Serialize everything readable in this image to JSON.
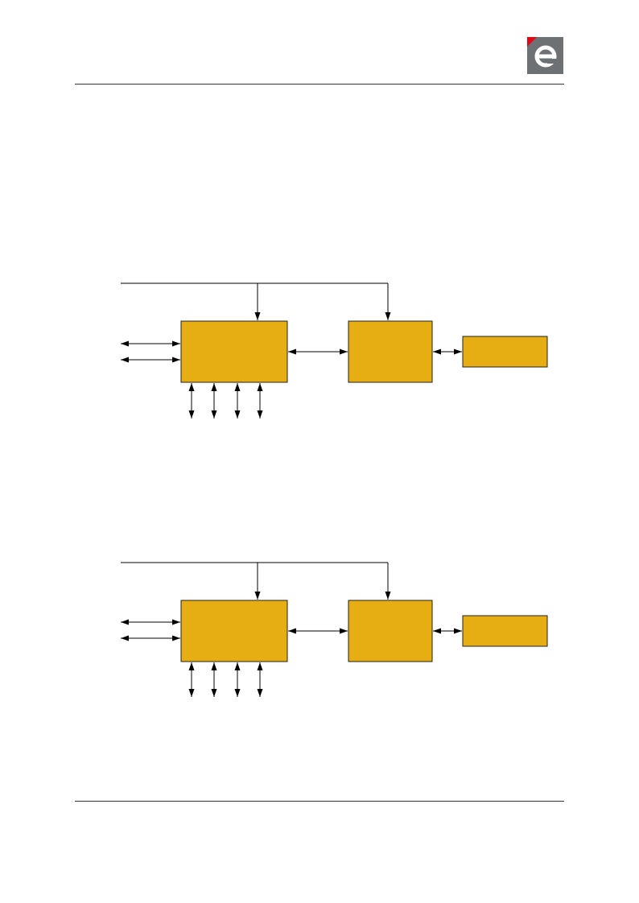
{
  "colors": {
    "block_fill": "#E6AE12",
    "logo_gray": "#6E7173",
    "logo_red": "#E30613",
    "rule": "#333333"
  },
  "icons": {
    "brand_logo": "e-logo-icon"
  },
  "diagrams": [
    {
      "blocks": [
        {
          "id": "controller-block",
          "label": ""
        },
        {
          "id": "module-block",
          "label": ""
        },
        {
          "id": "peripheral-block",
          "label": ""
        }
      ],
      "left_io_count": 2,
      "bottom_io_count": 4
    },
    {
      "blocks": [
        {
          "id": "controller-block",
          "label": ""
        },
        {
          "id": "module-block",
          "label": ""
        },
        {
          "id": "peripheral-block",
          "label": ""
        }
      ],
      "left_io_count": 2,
      "bottom_io_count": 4
    }
  ]
}
